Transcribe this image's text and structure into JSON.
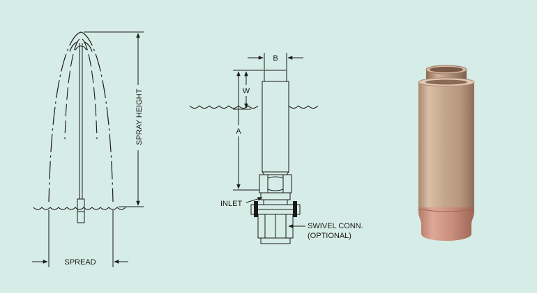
{
  "labels": {
    "spray_height": "SPRAY HEIGHT",
    "spread": "SPREAD",
    "b": "B",
    "w": "W",
    "a": "A",
    "inlet": "INLET",
    "swivel_line1": "SWIVEL CONN.",
    "swivel_line2": "(OPTIONAL)"
  },
  "colors": {
    "background": "#d6ece6",
    "line": "#1a1a1a",
    "bronze": "#c9a98c",
    "bronze_base": "#c78f7d"
  }
}
